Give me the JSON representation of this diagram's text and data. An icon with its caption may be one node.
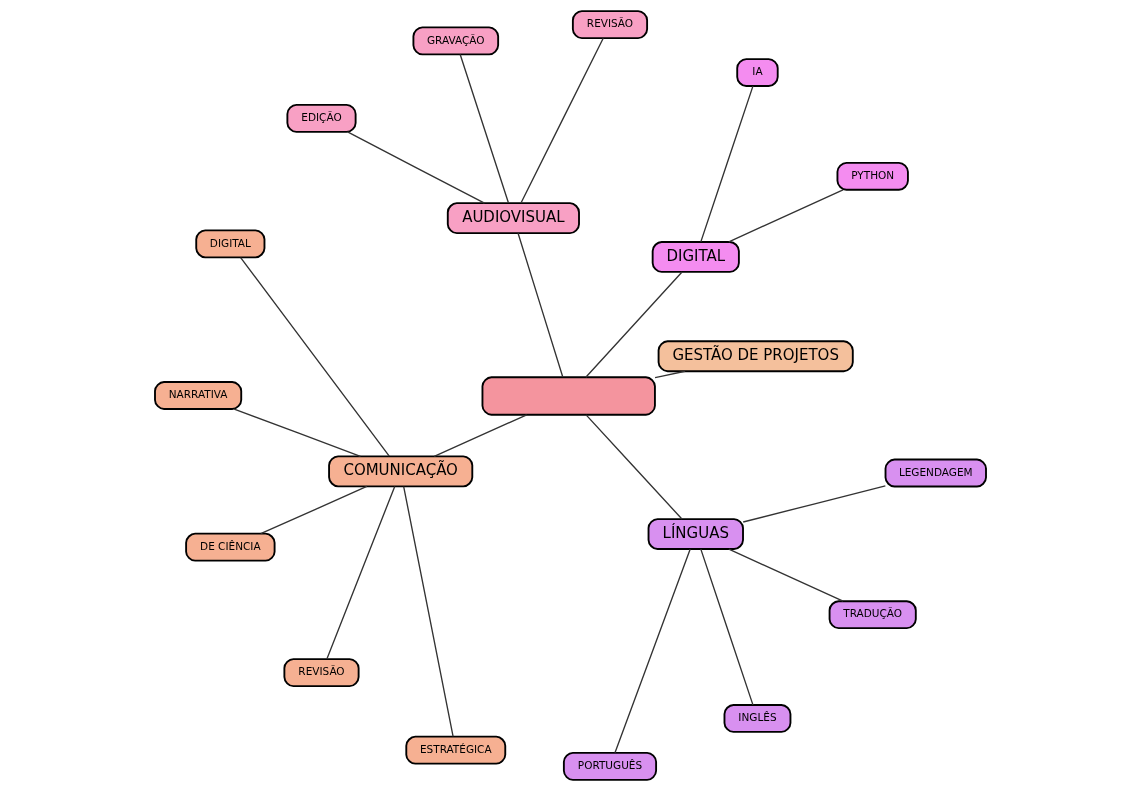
{
  "diagram": {
    "nodes": [
      {
        "text": [],
        "shape": "box"
      },
      {
        "text": [
          "GESTÃO DE PROJETOS"
        ]
      },
      {
        "text": [
          "DIGITAL"
        ]
      },
      {
        "text": [
          "PYTHON"
        ]
      },
      {
        "text": [
          "IA"
        ]
      },
      {
        "text": [
          "AUDIOVISUAL"
        ]
      },
      {
        "text": [
          "REVISÃO"
        ]
      },
      {
        "text": [
          "GRAVAÇÃO"
        ]
      },
      {
        "text": [
          "EDIÇÃO"
        ]
      },
      {
        "text": [
          "COMUNICAÇÃO"
        ]
      },
      {
        "text": [
          "DIGITAL"
        ]
      },
      {
        "text": [
          "NARRATIVA"
        ]
      },
      {
        "text": [
          "DE CIÊNCIA"
        ]
      },
      {
        "text": [
          "REVISÃO"
        ]
      },
      {
        "text": [
          "ESTRATÉGICA"
        ]
      },
      {
        "text": [
          "LÍNGUAS"
        ]
      },
      {
        "text": [
          "PORTUGUÊS"
        ]
      },
      {
        "text": [
          "INGLÊS"
        ]
      },
      {
        "text": [
          "TRADUÇÃO"
        ]
      },
      {
        "text": [
          "LEGENDAGEM"
        ]
      }
    ],
    "edges": [
      {
        "from": 0,
        "to": 1,
        "arrow": "none"
      },
      {
        "from": 0,
        "to": 2,
        "arrow": "none"
      },
      {
        "from": 2,
        "to": 3,
        "arrow": "none"
      },
      {
        "from": 2,
        "to": 4,
        "arrow": "none"
      },
      {
        "from": 0,
        "to": 5,
        "arrow": "none"
      },
      {
        "from": 5,
        "to": 6,
        "arrow": "none"
      },
      {
        "from": 5,
        "to": 7,
        "arrow": "none"
      },
      {
        "from": 5,
        "to": 8,
        "arrow": "none"
      },
      {
        "from": 0,
        "to": 9,
        "arrow": "none"
      },
      {
        "from": 9,
        "to": 10,
        "arrow": "none"
      },
      {
        "from": 9,
        "to": 11,
        "arrow": "none"
      },
      {
        "from": 9,
        "to": 12,
        "arrow": "none"
      },
      {
        "from": 9,
        "to": 13,
        "arrow": "none"
      },
      {
        "from": 9,
        "to": 14,
        "arrow": "none"
      },
      {
        "from": 0,
        "to": 15,
        "arrow": "none"
      },
      {
        "from": 15,
        "to": 16,
        "arrow": "none"
      },
      {
        "from": 15,
        "to": 17,
        "arrow": "none"
      },
      {
        "from": 15,
        "to": 18,
        "arrow": "none"
      },
      {
        "from": 15,
        "to": 19,
        "arrow": "none"
      }
    ]
  }
}
